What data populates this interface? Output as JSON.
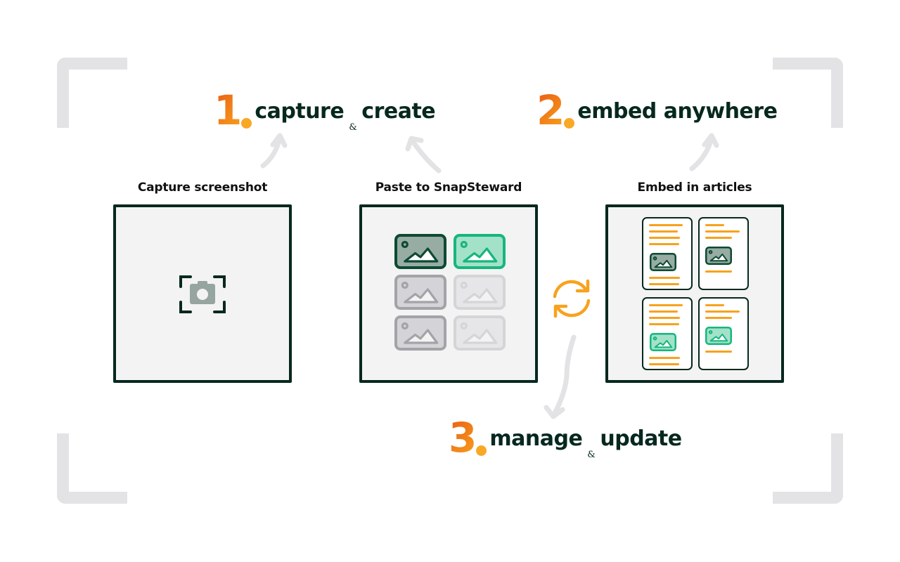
{
  "steps": [
    {
      "number": "1",
      "text_a": "capture",
      "amp": "&",
      "text_b": "create"
    },
    {
      "number": "2",
      "text_a": "embed anywhere"
    },
    {
      "number": "3",
      "text_a": "manage",
      "amp": "&",
      "text_b": "update"
    }
  ],
  "panels": [
    {
      "label": "Capture screenshot",
      "icon": "camera-capture-icon"
    },
    {
      "label": "Paste to SnapSteward",
      "icon": "image-grid",
      "images": [
        {
          "style": "dark-green"
        },
        {
          "style": "light-green"
        },
        {
          "style": "gray"
        },
        {
          "style": "faded"
        },
        {
          "style": "gray"
        },
        {
          "style": "faded"
        }
      ]
    },
    {
      "label": "Embed in articles",
      "icon": "article-grid",
      "articles": [
        {
          "image_style": "dark-green"
        },
        {
          "image_style": "dark-green"
        },
        {
          "image_style": "light-green"
        },
        {
          "image_style": "light-green"
        }
      ]
    }
  ],
  "icons": {
    "sync": "sync-icon",
    "arrows": [
      "curved-arrow-up",
      "curved-arrow-up",
      "curved-arrow-up",
      "curved-arrow-down"
    ]
  },
  "colors": {
    "brand_dark": "#06281e",
    "accent_orange": "#f7a21e",
    "accent_orange_dark": "#ea5c13",
    "green": "#17b67e",
    "panel_bg": "#f3f3f3",
    "bracket_gray": "#e3e3e5"
  }
}
